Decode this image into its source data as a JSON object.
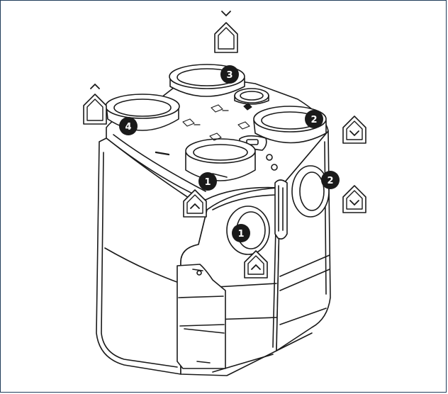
{
  "colors": {
    "frame": "#1f3c5a",
    "ink": "#1a1a1a",
    "badge_fill": "#1a1a1a",
    "badge_text": "#ffffff",
    "body_fill": "#ffffff"
  },
  "badges": [
    {
      "id": "badge-1-front-top",
      "label": "1"
    },
    {
      "id": "badge-1-front-side",
      "label": "1"
    },
    {
      "id": "badge-2-top-right",
      "label": "2"
    },
    {
      "id": "badge-2-side-right",
      "label": "2"
    },
    {
      "id": "badge-3-top-back",
      "label": "3"
    },
    {
      "id": "badge-4-top-left",
      "label": "4"
    }
  ],
  "icons": [
    "house-arrow-up-icon",
    "house-arrow-down-icon",
    "house-arrow-down-icon",
    "house-arrow-up-icon",
    "house-arrow-up-icon",
    "house-arrow-up-icon"
  ]
}
